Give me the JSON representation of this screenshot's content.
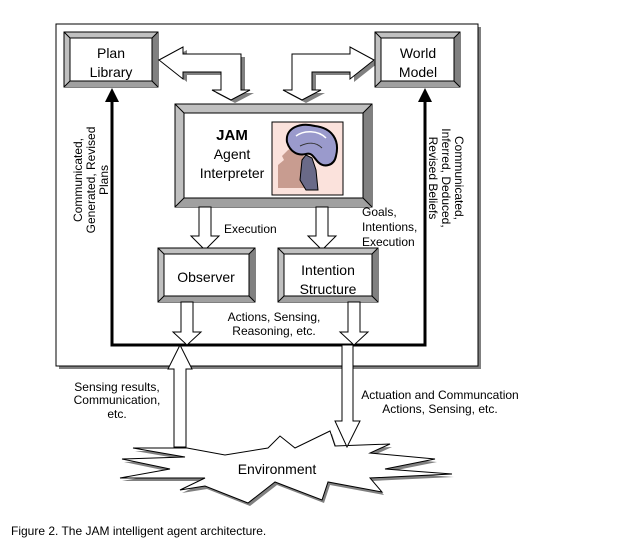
{
  "diagram": {
    "title": "JAM intelligent agent architecture",
    "boxes": {
      "plan_library": {
        "line1": "Plan",
        "line2": "Library"
      },
      "world_model": {
        "line1": "World",
        "line2": "Model"
      },
      "interpreter": {
        "line1": "JAM",
        "line2": "Agent",
        "line3": "Interpreter",
        "image": "brain-head-icon"
      },
      "observer": {
        "line1": "Observer"
      },
      "intention_structure": {
        "line1": "Intention",
        "line2": "Structure"
      },
      "environment": {
        "label": "Environment"
      }
    },
    "labels": {
      "left_vertical": [
        "Communicated,",
        "Generated, Revised",
        "Plans"
      ],
      "right_vertical": [
        "Communicated,",
        "Inferred, Deduced,",
        "Revised Beliefs"
      ],
      "execution": "Execution",
      "goals": [
        "Goals,",
        "Intentions,",
        "Execution"
      ],
      "actions": [
        "Actions, Sensing,",
        "Reasoning, etc."
      ],
      "sensing": [
        "Sensing results,",
        "Communication,",
        "etc."
      ],
      "actuation": [
        "Actuation and Communcation",
        "Actions, Sensing, etc."
      ]
    },
    "colors": {
      "line": "#000000",
      "shadow": "#808080",
      "bevel": "#c0c0c0",
      "fill": "#ffffff",
      "brain": "#9a9acc",
      "head": "#c89c90",
      "image_bg": "#fbe2dc"
    }
  },
  "caption": "Figure 2. The JAM intelligent agent architecture."
}
